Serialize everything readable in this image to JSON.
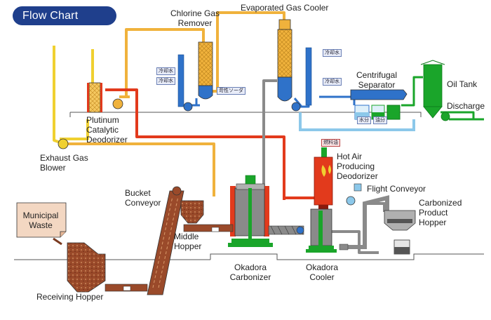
{
  "title": "Flow Chart",
  "labels": {
    "chlorine_gas_remover": [
      "Chlorine Gas",
      "Remover"
    ],
    "evaporated_gas_cooler": "Evaporated Gas Cooler",
    "centrifugal_separator": [
      "Centrifugal",
      "Separator"
    ],
    "oil_tank": "Oil Tank",
    "discharge": "Discharge",
    "platinum_catalytic_deodorizer": [
      "Plutinum",
      "Catalytic",
      "Deodorizer"
    ],
    "exhaust_gas_blower": [
      "Exhaust Gas",
      "Blower"
    ],
    "hot_air_producing_deodorizer": [
      "Hot Air",
      "Producing",
      "Deodorizer"
    ],
    "bucket_conveyor": [
      "Bucket",
      "Conveyor"
    ],
    "flight_conveyor": "Flight Conveyor",
    "carbonized_product_hopper": [
      "Carbonized",
      "Product",
      "Hopper"
    ],
    "municipal_waste": [
      "Municipal",
      "Waste"
    ],
    "middle_hopper": [
      "Middle",
      "Hopper"
    ],
    "okadora_carbonizer": [
      "Okadora",
      "Carbonizer"
    ],
    "okadora_cooler": [
      "Okadora",
      "Cooler"
    ],
    "receiving_hopper": "Receiving Hopper"
  },
  "tags": {
    "cooling_water_1": "冷却水",
    "cooling_water_2": "冷却水",
    "cooling_water_3": "冷却水",
    "cooling_water_4": "冷却水",
    "caustic_soda": "苛性ソーダ",
    "water": "水分",
    "oil": "油分",
    "fuel": "燃料油"
  },
  "colors": {
    "title_bg": "#1f3f8c",
    "gas_pipe": "#f0b23c",
    "hot_pipe": "#e23a1c",
    "water_pipe": "#2f72c9",
    "gray_pipe": "#8a8a8a",
    "oil_pipe": "#1aa52a",
    "light_blue_pipe": "#8cc8ea",
    "yellow_pipe": "#f0d030",
    "waste_brown": "#9a4a2a"
  }
}
